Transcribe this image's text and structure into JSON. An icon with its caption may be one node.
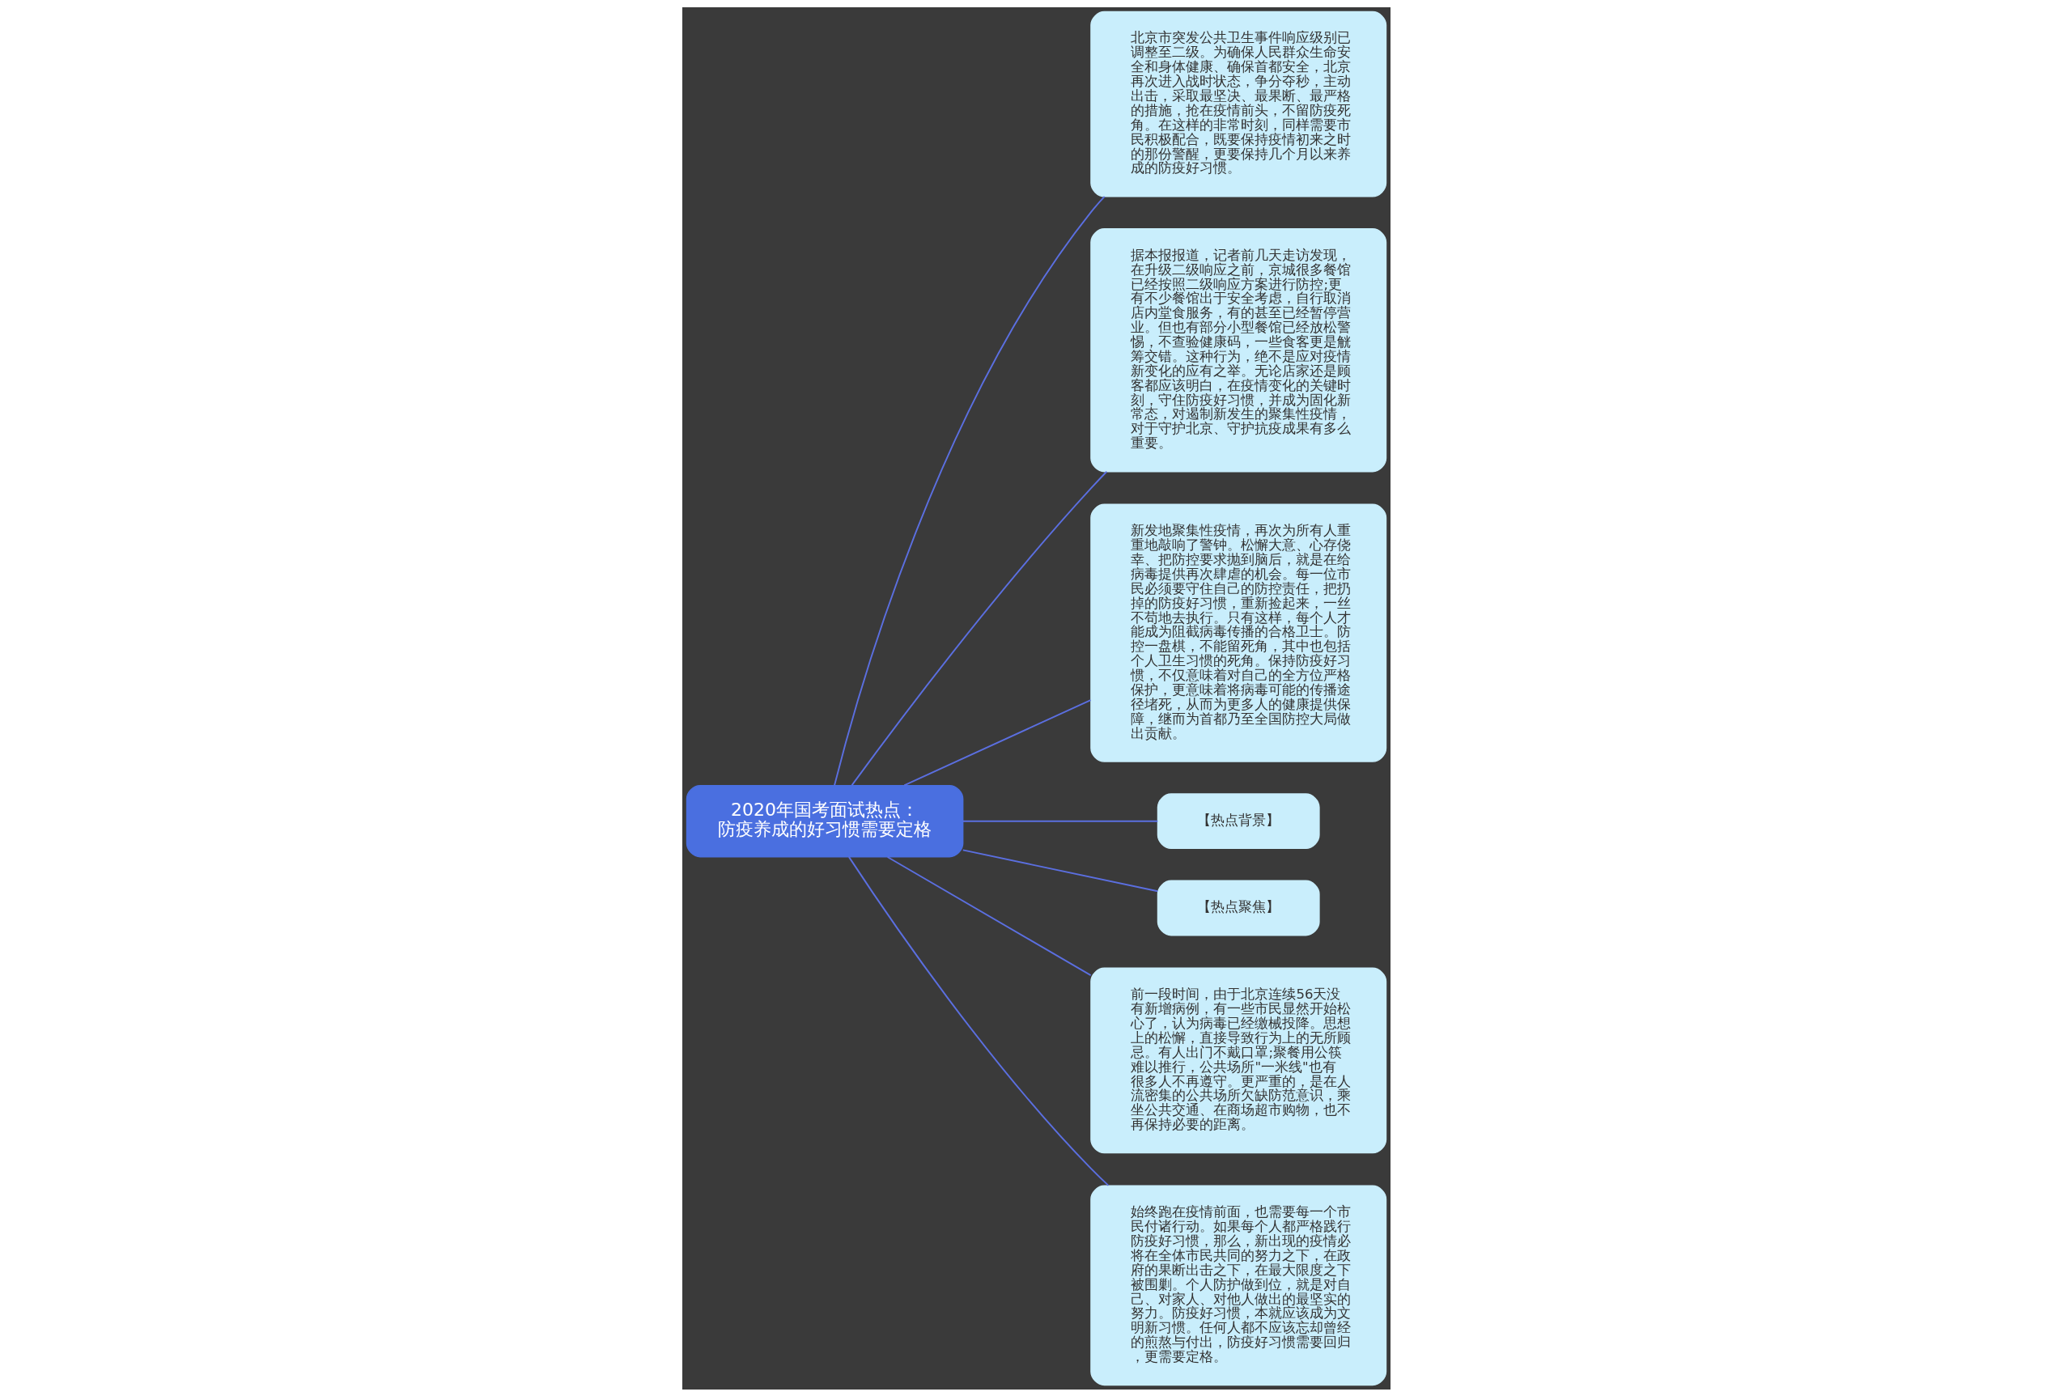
{
  "diagram": {
    "nodes": [
      {
        "text": [
          "2020年国考面试热点：防疫养成的好习惯需要定格"
        ]
      },
      {
        "text": [
          "北京市突发公共卫生事件响应级别已调整至二级。为确保人民群众生命安全和身体健康、确保首都安全，北京再次进入战时状态，争分夺秒，主动出击，采取最坚决、最果断、最严格的措施，抢在疫情前头，不留防疫死角。在这样的非常时刻，同样需要市民积极配合，既要保持疫情初来之时的那份警醒，更要保持几个月以来养成的防疫好习惯。"
        ]
      },
      {
        "text": [
          "据本报报道，记者前几天走访发现，在升级二级响应之前，京城很多餐馆已经按照二级响应方案进行防控;更有不少餐馆出于安全考虑，自行取消店内堂食服务，有的甚至已经暂停营业。但也有部分小型餐馆已经放松警惕，不查验健康码，一些食客更是觥筹交错。这种行为，绝不是应对疫情新变化的应有之举。无论店家还是顾客都应该明白，在疫情变化的关键时刻，守住防疫好习惯，并成为固化新常态，对遏制新发生的聚集性疫情，对于守护北京、守护抗疫成果有多么重要。"
        ]
      },
      {
        "text": [
          "新发地聚集性疫情，再次为所有人重重地敲响了警钟。松懈大意、心存侥幸、把防控要求抛到脑后，就是在给病毒提供再次肆虐的机会。每一位市民必须要守住自己的防控责任，把扔掉的防疫好习惯，重新捡起来，一丝不苟地去执行。只有这样，每个人才能成为阻截病毒传播的合格卫士。防控一盘棋，不能留死角，其中也包括个人卫生习惯的死角。保持防疫好习惯，不仅意味着对自己的全方位严格保护，更意味着将病毒可能的传播途径堵死，从而为更多人的健康提供保障，继而为首都乃至全国防控大局做出贡献。"
        ]
      },
      {
        "text": [
          "【热点背景】"
        ]
      },
      {
        "text": [
          "【热点聚焦】"
        ]
      },
      {
        "text": [
          "前一段时间，由于北京连续56天没有新增病例，有一些市民显然开始松心了，认为病毒已经缴械投降。思想上的松懈，直接导致行为上的无所顾忌。有人出门不戴口罩;聚餐用公筷难以推行，公共场所\"一米线\"也有很多人不再遵守。更严重的，是在人流密集的公共场所欠缺防范意识，乘坐公共交通、在商场超市购物，也不再保持必要的距离。"
        ]
      },
      {
        "text": [
          "始终跑在疫情前面，也需要每一个市民付诸行动。如果每个人都严格践行防疫好习惯，那么，新出现的疫情必将在全体市民共同的努力之下，在政府的果断出击之下，在最大限度之下被围剿。个人防护做到位，就是对自己、对家人、对他人做出的最坚实的努力。防疫好习惯，本就应该成为文明新习惯。任何人都不应该忘却曾经的煎熬与付出，防疫好习惯需要回归，更需要定格。"
        ]
      }
    ],
    "edges": [
      {
        "from": 0,
        "to": 1,
        "arrow": "none"
      },
      {
        "from": 0,
        "to": 2,
        "arrow": "none"
      },
      {
        "from": 0,
        "to": 3,
        "arrow": "none"
      },
      {
        "from": 0,
        "to": 4,
        "arrow": "none"
      },
      {
        "from": 0,
        "to": 5,
        "arrow": "none"
      },
      {
        "from": 0,
        "to": 6,
        "arrow": "none"
      },
      {
        "from": 0,
        "to": 7,
        "arrow": "none"
      }
    ]
  }
}
